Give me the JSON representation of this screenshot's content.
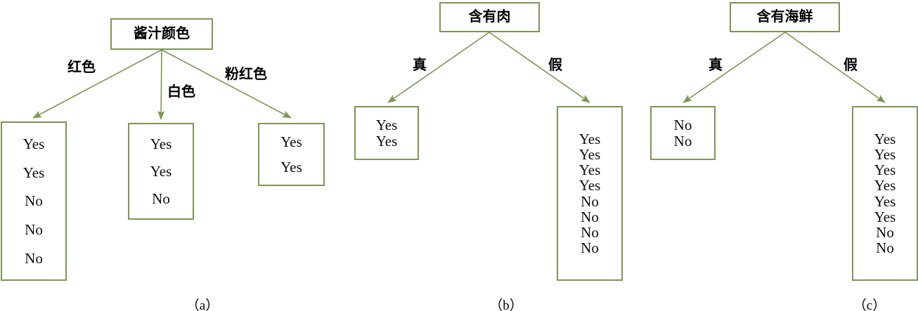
{
  "figure": {
    "accent_color": "#7d9553",
    "text_color": "#0d0d0d",
    "background": "#ffffff"
  },
  "panels": [
    {
      "caption": "（a）",
      "root": {
        "label": "酱汁颜色"
      },
      "edges": [
        {
          "label": "红色"
        },
        {
          "label": "白色"
        },
        {
          "label": "粉红色"
        }
      ],
      "leaves": [
        {
          "items": [
            "Yes",
            "Yes",
            "No",
            "No",
            "No"
          ]
        },
        {
          "items": [
            "Yes",
            "Yes",
            "No"
          ]
        },
        {
          "items": [
            "Yes",
            "Yes"
          ]
        }
      ]
    },
    {
      "caption": "（b）",
      "root": {
        "label": "含有肉"
      },
      "edges": [
        {
          "label": "真"
        },
        {
          "label": "假"
        }
      ],
      "leaves": [
        {
          "items": [
            "Yes",
            "Yes"
          ]
        },
        {
          "items": [
            "Yes",
            "Yes",
            "Yes",
            "Yes",
            "No",
            "No",
            "No",
            "No"
          ]
        }
      ]
    },
    {
      "caption": "（c）",
      "root": {
        "label": "含有海鲜"
      },
      "edges": [
        {
          "label": "真"
        },
        {
          "label": "假"
        }
      ],
      "leaves": [
        {
          "items": [
            "No",
            "No"
          ]
        },
        {
          "items": [
            "Yes",
            "Yes",
            "Yes",
            "Yes",
            "Yes",
            "Yes",
            "No",
            "No"
          ]
        }
      ]
    }
  ]
}
